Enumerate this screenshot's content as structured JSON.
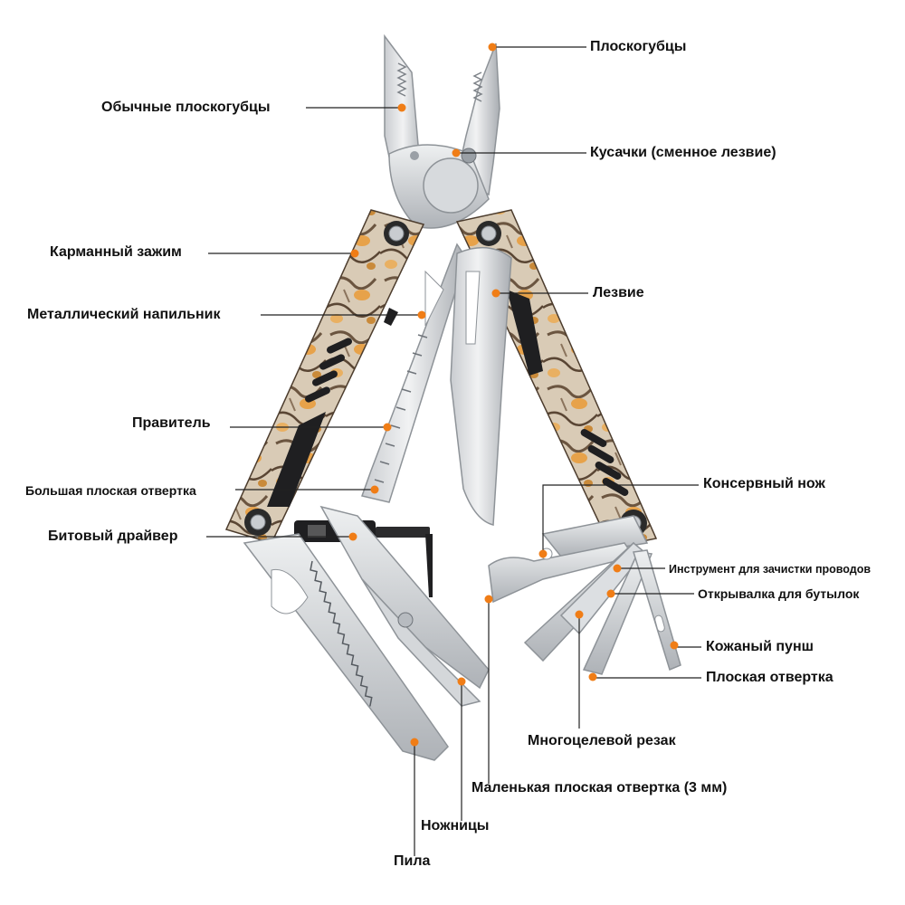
{
  "colors": {
    "accent_dot": "#f07d16",
    "steel_light": "#e9eaec",
    "steel_mid": "#b7bbc0",
    "steel_dark": "#7d8288",
    "camo_base": "#d9cbb6",
    "camo_orange": "#e7a24a",
    "camo_brown": "#6b5540",
    "black_part": "#1f1f21",
    "leader_line": "#222222"
  },
  "labels": {
    "pliers": "Плоскогубцы",
    "regular_pliers": "Обычные плоскогубцы",
    "wire_cutter": "Кусачки (сменное лезвие)",
    "pocket_clip": "Карманный зажим",
    "metal_file": "Металлический напильник",
    "blade": "Лезвие",
    "ruler": "Правитель",
    "can_opener": "Консервный нож",
    "large_flat_screwdriver": "Большая плоская отвертка",
    "bit_driver": "Битовый драйвер",
    "wire_stripper": "Инструмент для зачистки проводов",
    "bottle_opener": "Открывалка для бутылок",
    "leather_punch": "Кожаный пунш",
    "flat_screwdriver": "Плоская отвертка",
    "multipurpose_cutter": "Многоцелевой резак",
    "small_flat_screwdriver": "Маленькая плоская отвертка (3 мм)",
    "scissors": "Ножницы",
    "saw": "Пила"
  }
}
